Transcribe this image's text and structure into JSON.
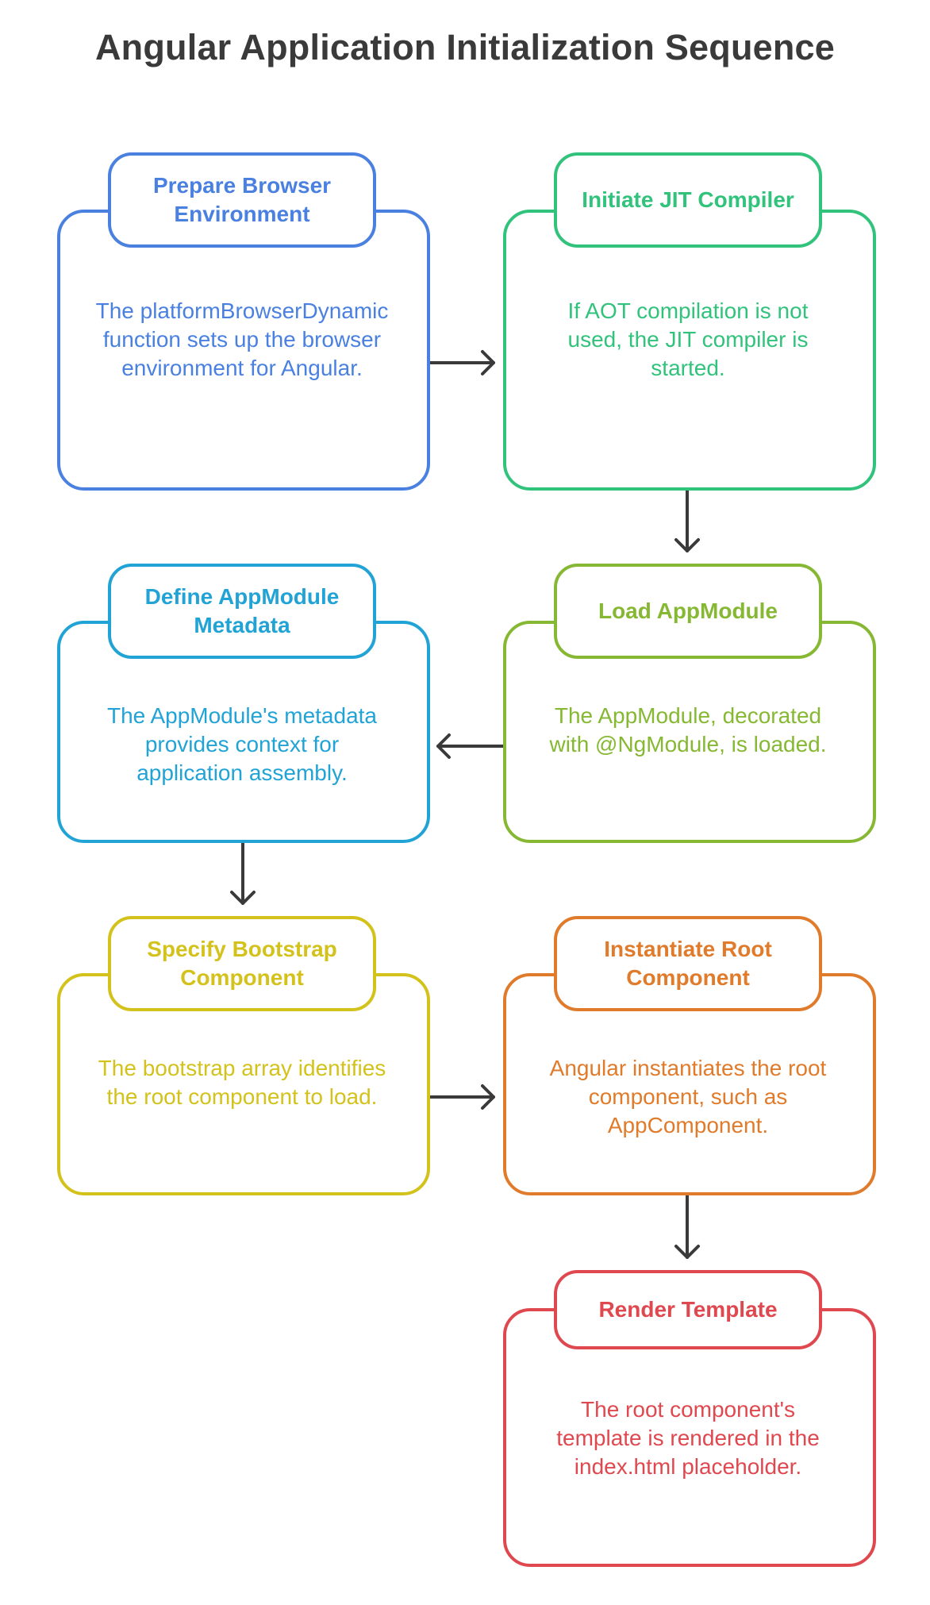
{
  "title": "Angular Application Initialization Sequence",
  "steps": [
    {
      "heading": "Prepare Browser Environment",
      "description": "The platformBrowserDynamic function sets up the browser environment for Angular.",
      "color": "#4a80e0"
    },
    {
      "heading": "Initiate JIT Compiler",
      "description": "If AOT compilation is not used, the JIT compiler is started.",
      "color": "#31c27c"
    },
    {
      "heading": "Define AppModule Metadata",
      "description": "The AppModule's metadata provides context for application assembly.",
      "color": "#22a3d6"
    },
    {
      "heading": "Load AppModule",
      "description": "The AppModule, decorated with @NgModule, is loaded.",
      "color": "#86b833"
    },
    {
      "heading": "Specify Bootstrap Component",
      "description": "The bootstrap array identifies the root component to load.",
      "color": "#d4c21c"
    },
    {
      "heading": "Instantiate Root Component",
      "description": "Angular instantiates the root component, such as AppComponent.",
      "color": "#e07b2b"
    },
    {
      "heading": "Render Template",
      "description": "The root component's template is rendered in the index.html placeholder.",
      "color": "#e0484f"
    }
  ]
}
